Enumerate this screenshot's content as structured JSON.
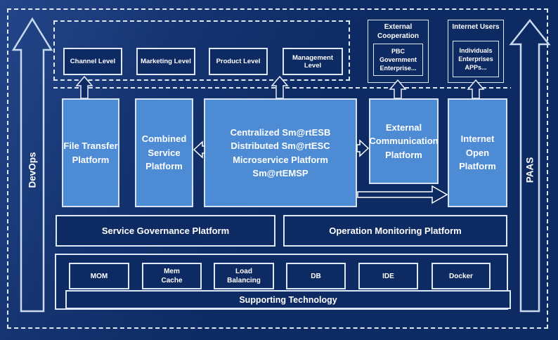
{
  "diagram": {
    "side_rails": {
      "left": "DevOps",
      "right": "PAAS"
    },
    "levels": [
      "Channel Level",
      "Marketing Level",
      "Product Level",
      "Management Level"
    ],
    "external_cooperation": {
      "title": [
        "External",
        "Cooperation"
      ],
      "box": [
        "PBC Government",
        "Enterprise..."
      ]
    },
    "internet_users": {
      "title": "Internet Users",
      "box": [
        "Individuals",
        "Enterprises",
        "APPs..."
      ]
    },
    "platforms": {
      "file_transfer": "File Transfer Platform",
      "combined_service": "Combined Service Platform",
      "central": [
        "Centralized Sm@rtESB",
        "Distributed Sm@rtESC",
        "Microservice Platform Sm@rtEMSP"
      ],
      "external_communication": "External Communication Platform",
      "internet_open": "Internet Open Platform"
    },
    "management": [
      "Service Governance Platform",
      "Operation Monitoring Platform"
    ],
    "supporting": {
      "technologies": [
        [
          "MOM"
        ],
        [
          "Mem",
          "Cache"
        ],
        [
          "Load",
          "Balancing"
        ],
        [
          "DB"
        ],
        [
          "IDE"
        ],
        [
          "Docker"
        ]
      ],
      "label": "Supporting Technology"
    },
    "colors": {
      "background": "#0d2a63",
      "panel_blue": "#4e8bd5",
      "border_light": "#dde8f8",
      "text": "#ffffff"
    }
  }
}
